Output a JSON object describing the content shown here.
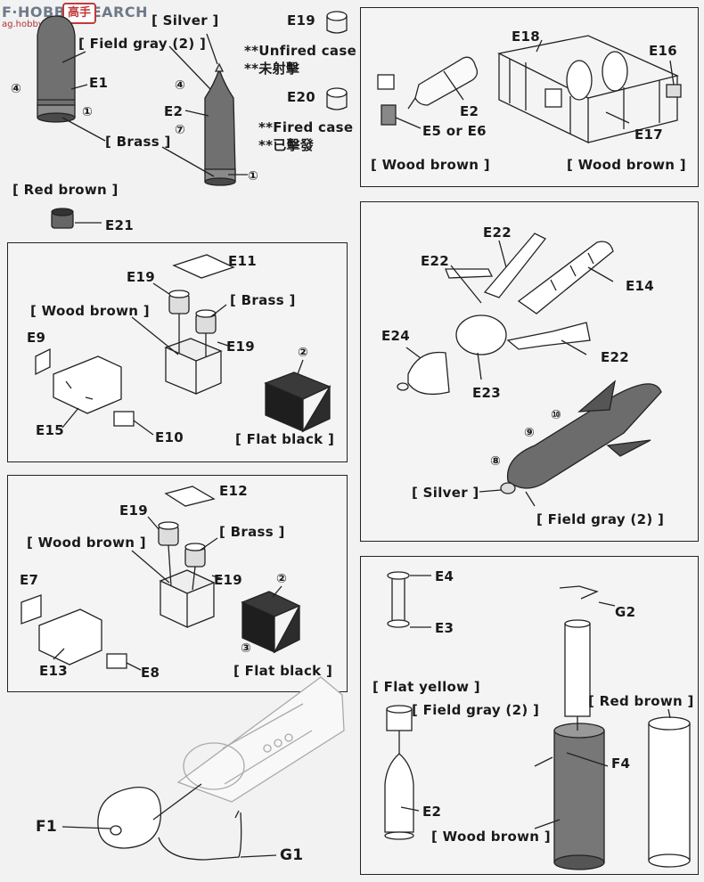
{
  "watermark": {
    "site": "F·HOBBY",
    "search": "SEARCH",
    "sub": "ag.hobby.com",
    "logo_text": "高手"
  },
  "colors": {
    "line": "#222222",
    "ink": "#1a1a1a",
    "panel_bg": "#f4f4f4",
    "page_bg": "#f2f2f2",
    "shell": "#6f6f6f",
    "wm_red": "#c03a3a"
  },
  "top_left": {
    "silver": "[ Silver ]",
    "field_gray": "[ Field gray (2) ]",
    "brass": "[ Brass ]",
    "e1": "E1",
    "e2": "E2",
    "n4a": "④",
    "n1a": "①",
    "n4b": "④",
    "n7": "⑦",
    "n1b": "①",
    "red_brown": "[ Red brown ]",
    "e21": "E21"
  },
  "cases": {
    "e19": "E19",
    "e19_note_en": "**Unfired case",
    "e19_note_jp": "**未射擊",
    "e20": "E20",
    "e20_note_en": "**Fired case",
    "e20_note_jp": "**已擊發"
  },
  "panel_a": {
    "e2": "E2",
    "e5e6": "E5  or  E6",
    "e18": "E18",
    "e16": "E16",
    "e17": "E17",
    "wood_brown_1": "[ Wood brown ]",
    "wood_brown_2": "[ Wood brown ]"
  },
  "panel_b": {
    "e11": "E11",
    "e19a": "E19",
    "e19b": "E19",
    "brass": "[ Brass ]",
    "wood_brown": "[ Wood brown ]",
    "e9": "E9",
    "e15": "E15",
    "e10": "E10",
    "n2": "②",
    "flat_black": "[ Flat black ]"
  },
  "panel_c": {
    "e22a": "E22",
    "e22b": "E22",
    "e22c": "E22",
    "e14": "E14",
    "e24": "E24",
    "e23": "E23",
    "n10": "⑩",
    "n9": "⑨",
    "n8": "⑧",
    "silver": "[ Silver ]",
    "field_gray": "[ Field gray (2) ]"
  },
  "panel_d": {
    "e12": "E12",
    "e19a": "E19",
    "e19b": "E19",
    "brass": "[ Brass ]",
    "wood_brown": "[ Wood brown ]",
    "e7": "E7",
    "e13": "E13",
    "e8": "E8",
    "n2": "②",
    "n3": "③",
    "flat_black": "[ Flat black ]"
  },
  "panel_e": {
    "e4": "E4",
    "e3": "E3",
    "g2": "G2",
    "flat_yellow": "[ Flat yellow ]",
    "field_gray": "[ Field gray (2) ]",
    "red_brown": "[ Red brown ]",
    "f4": "F4",
    "e2": "E2",
    "wood_brown": "[ Wood brown ]"
  },
  "bottom_left": {
    "f1": "F1",
    "g1": "G1"
  }
}
